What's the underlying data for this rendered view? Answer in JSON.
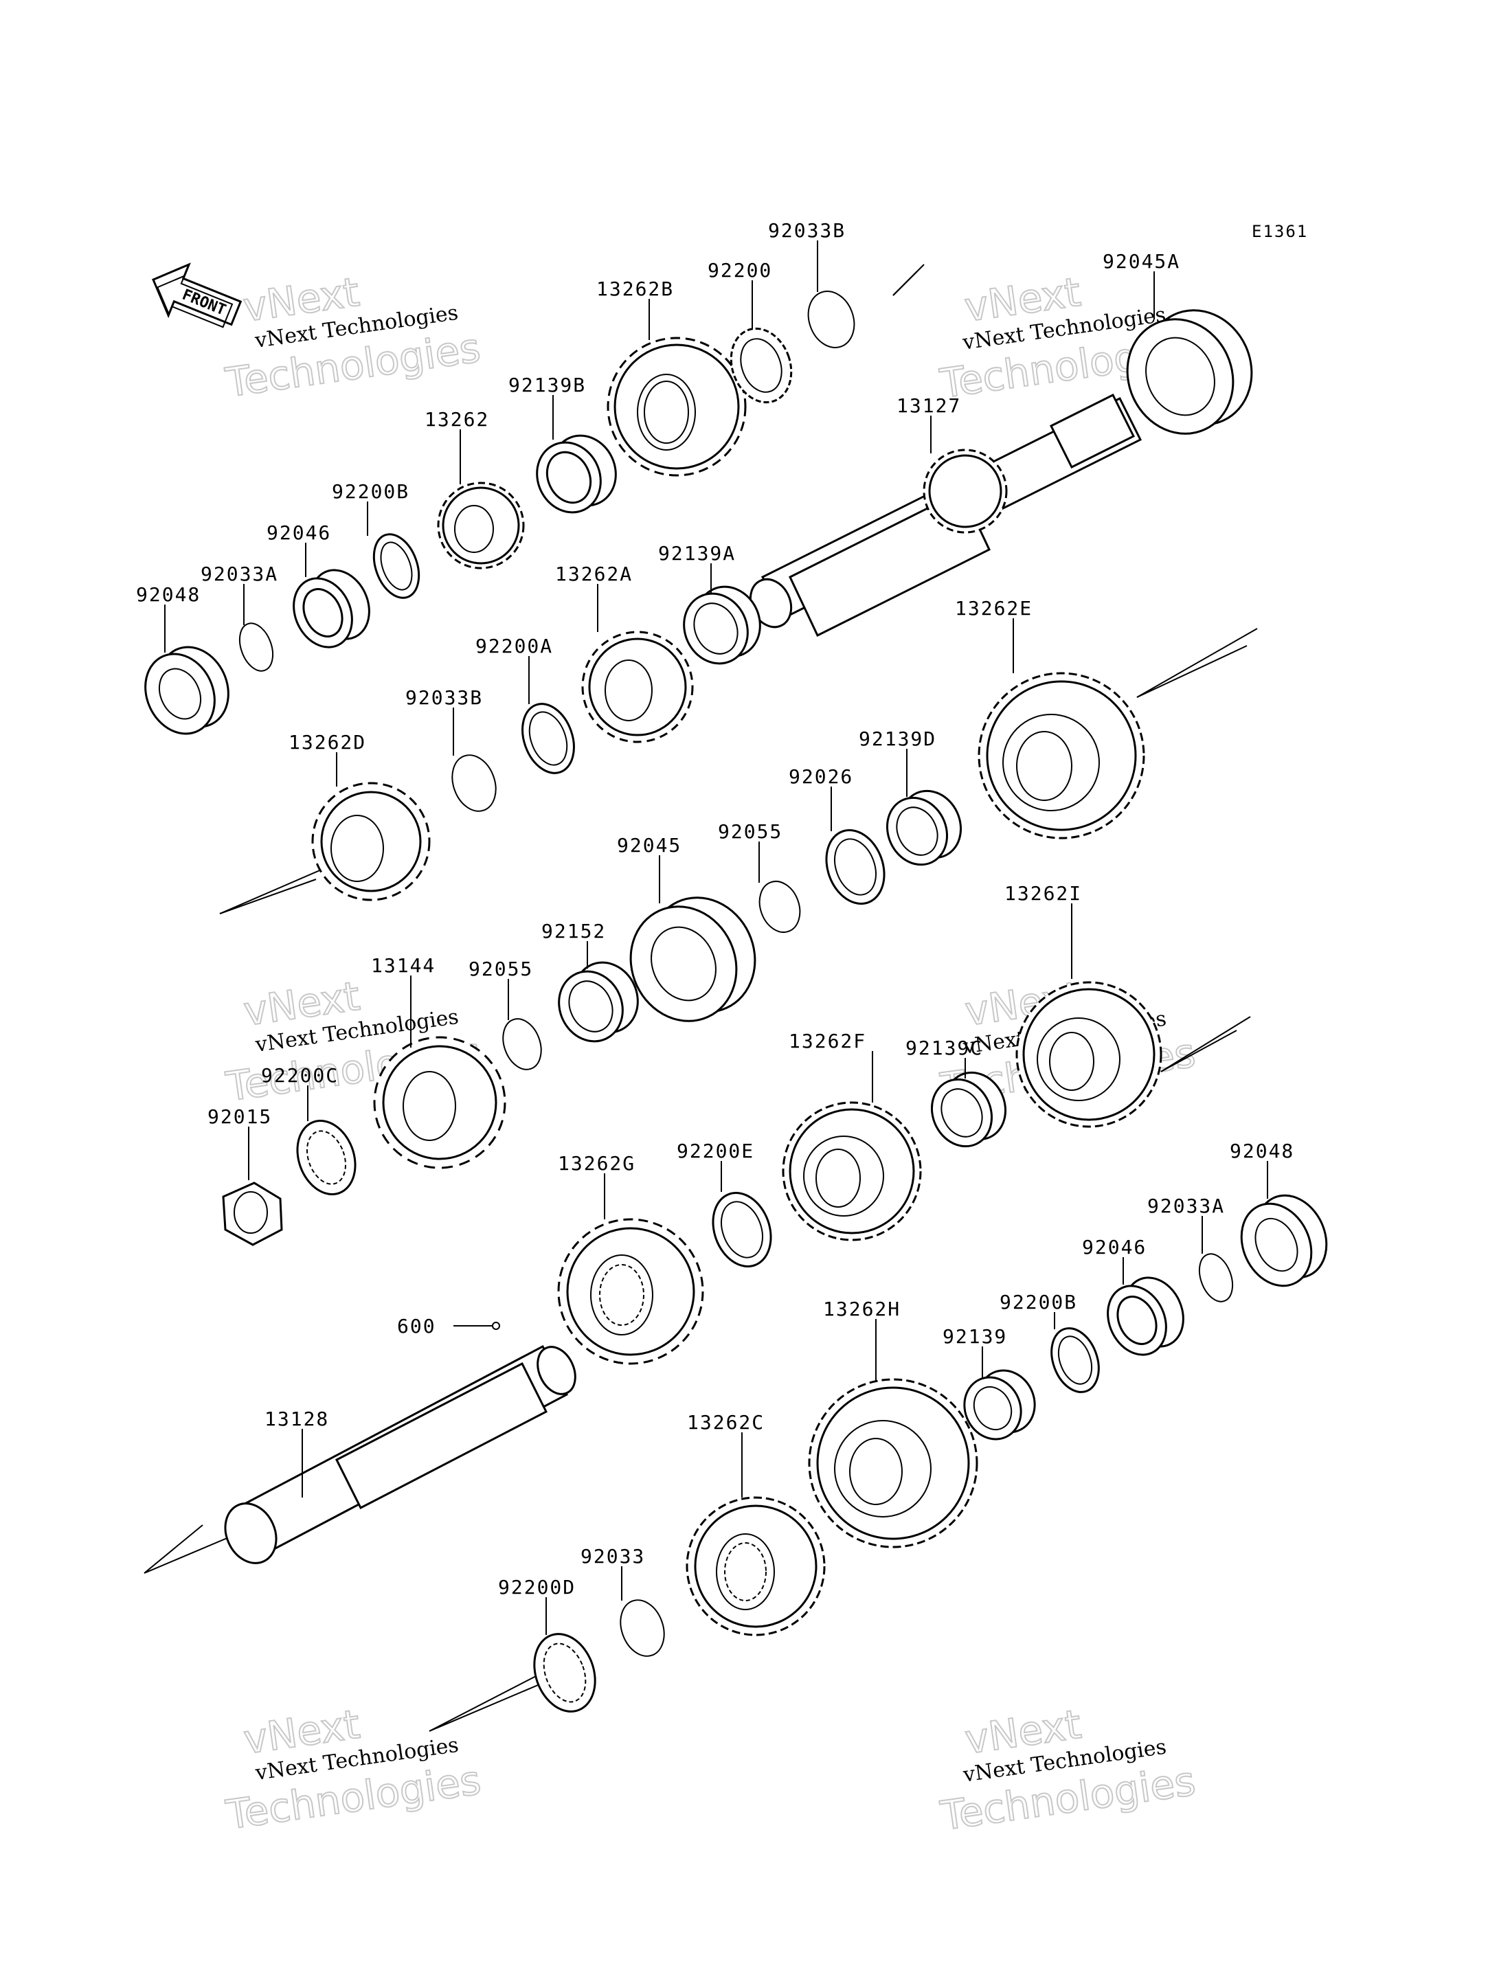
{
  "diagram_code": "E1361",
  "front_label": "FRONT",
  "watermark": {
    "line1": "vNext",
    "line2": "vNext Technologies",
    "line3": "Technologies"
  },
  "parts": [
    {
      "id": "p92033b_top",
      "label": "92033B"
    },
    {
      "id": "p92200_top",
      "label": "92200"
    },
    {
      "id": "p13262b",
      "label": "13262B"
    },
    {
      "id": "p92045a",
      "label": "92045A"
    },
    {
      "id": "p92139b",
      "label": "92139B"
    },
    {
      "id": "p13262",
      "label": "13262"
    },
    {
      "id": "p13127",
      "label": "13127"
    },
    {
      "id": "p92200b_top",
      "label": "92200B"
    },
    {
      "id": "p92046_top",
      "label": "92046"
    },
    {
      "id": "p92033a_top",
      "label": "92033A"
    },
    {
      "id": "p92048_top",
      "label": "92048"
    },
    {
      "id": "p92139a",
      "label": "92139A"
    },
    {
      "id": "p13262a",
      "label": "13262A"
    },
    {
      "id": "p13262e",
      "label": "13262E"
    },
    {
      "id": "p92200a",
      "label": "92200A"
    },
    {
      "id": "p92033b_mid",
      "label": "92033B"
    },
    {
      "id": "p13262d",
      "label": "13262D"
    },
    {
      "id": "p92139d",
      "label": "92139D"
    },
    {
      "id": "p92026",
      "label": "92026"
    },
    {
      "id": "p92055_a",
      "label": "92055"
    },
    {
      "id": "p92045",
      "label": "92045"
    },
    {
      "id": "p13262i",
      "label": "13262I"
    },
    {
      "id": "p92152",
      "label": "92152"
    },
    {
      "id": "p13144",
      "label": "13144"
    },
    {
      "id": "p92055_b",
      "label": "92055"
    },
    {
      "id": "p92139c",
      "label": "92139C"
    },
    {
      "id": "p13262f",
      "label": "13262F"
    },
    {
      "id": "p92200c",
      "label": "92200C"
    },
    {
      "id": "p92015",
      "label": "92015"
    },
    {
      "id": "p92200e",
      "label": "92200E"
    },
    {
      "id": "p13262g",
      "label": "13262G"
    },
    {
      "id": "p92048_bot",
      "label": "92048"
    },
    {
      "id": "p92033a_bot",
      "label": "92033A"
    },
    {
      "id": "p92046_bot",
      "label": "92046"
    },
    {
      "id": "p92200b_bot",
      "label": "92200B"
    },
    {
      "id": "p600",
      "label": "600"
    },
    {
      "id": "p13262h",
      "label": "13262H"
    },
    {
      "id": "p92139",
      "label": "92139"
    },
    {
      "id": "p13128",
      "label": "13128"
    },
    {
      "id": "p13262c",
      "label": "13262C"
    },
    {
      "id": "p92033",
      "label": "92033"
    },
    {
      "id": "p92200d",
      "label": "92200D"
    }
  ]
}
